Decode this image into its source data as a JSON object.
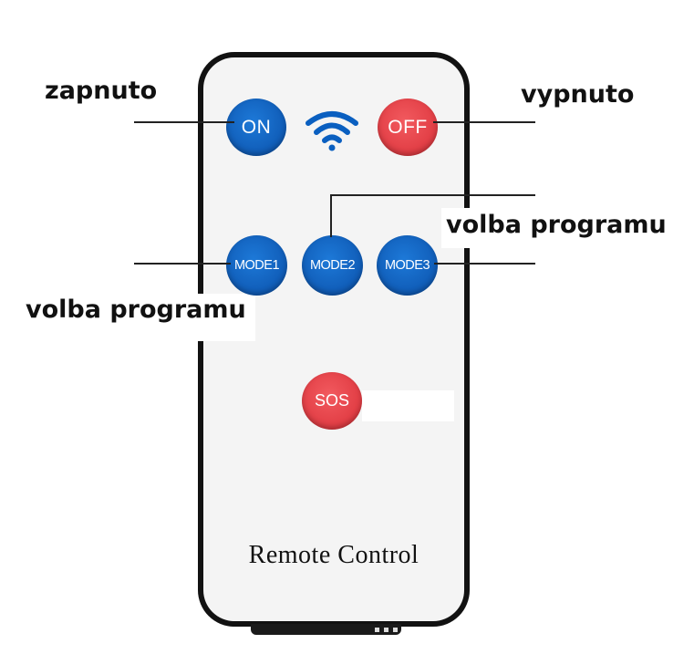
{
  "remote": {
    "caption": "Remote Control",
    "buttons": {
      "on": "ON",
      "off": "OFF",
      "mode1": "MODE1",
      "mode2": "MODE2",
      "mode3": "MODE3",
      "sos": "SOS"
    },
    "signal_icon": "wifi-icon"
  },
  "callouts": {
    "on": "zapnuto",
    "off": "vypnuto",
    "mode_right": "volba programu",
    "mode_left": "volba programu"
  },
  "colors": {
    "blue_button": "#0a5fc0",
    "red_button": "#e8434b",
    "remote_frame": "#121212",
    "remote_face": "#f4f4f4"
  }
}
